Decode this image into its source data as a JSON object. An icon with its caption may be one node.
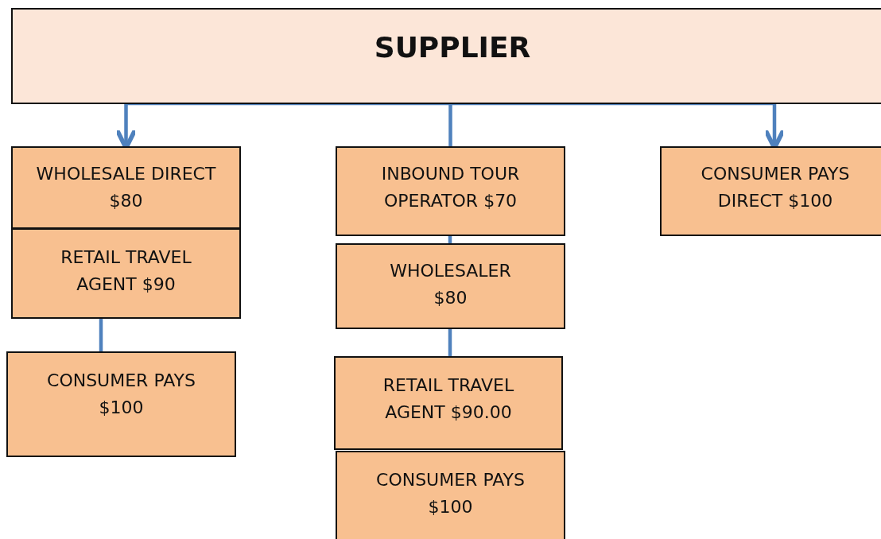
{
  "diagram": {
    "nodes": [
      {
        "text": [
          "SUPPLIER"
        ]
      },
      {
        "text": [
          "WHOLESALE DIRECT $80"
        ]
      },
      {
        "text": [
          "RETAIL TRAVEL AGENT $90"
        ]
      },
      {
        "text": [
          "CONSUMER PAYS $100"
        ]
      },
      {
        "text": [
          "INBOUND TOUR OPERATOR $70"
        ]
      },
      {
        "text": [
          "WHOLESALER $80"
        ]
      },
      {
        "text": [
          "RETAIL TRAVEL AGENT $90.00"
        ]
      },
      {
        "text": [
          "CONSUMER PAYS $100"
        ]
      },
      {
        "text": [
          "CONSUMER PAYS DIRECT $100"
        ]
      }
    ],
    "edges": [
      {
        "from": 0,
        "to": 1,
        "arrow": "to"
      },
      {
        "from": 0,
        "to": 4,
        "arrow": "none"
      },
      {
        "from": 0,
        "to": 8,
        "arrow": "to"
      },
      {
        "from": 2,
        "to": 3,
        "arrow": "none"
      },
      {
        "from": 4,
        "to": 5,
        "arrow": "none"
      },
      {
        "from": 5,
        "to": 6,
        "arrow": "none"
      }
    ]
  }
}
